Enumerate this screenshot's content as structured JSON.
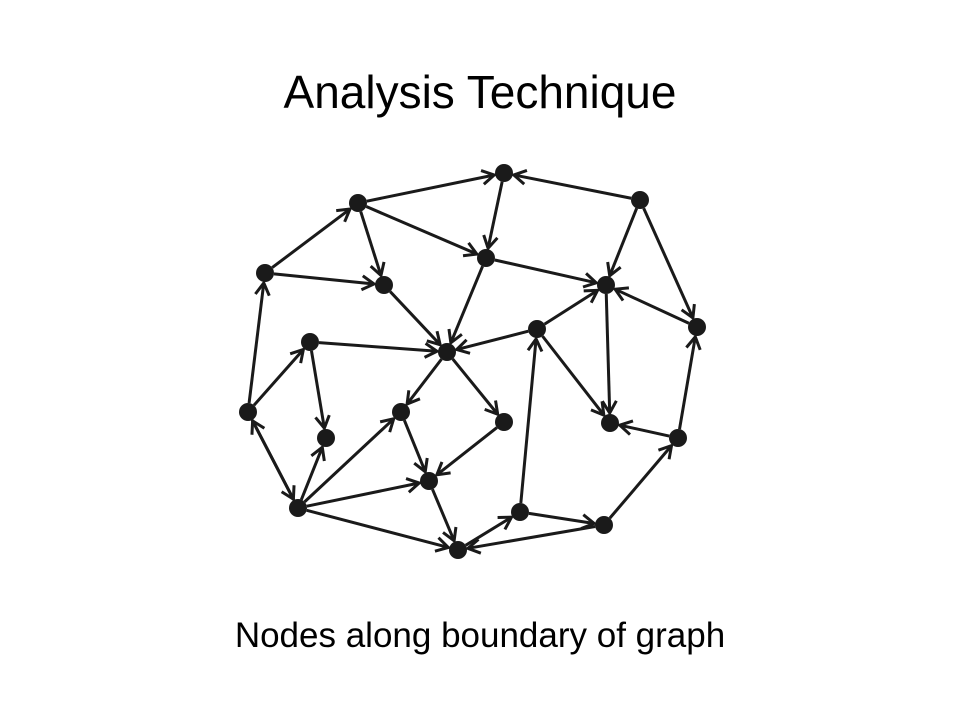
{
  "slide": {
    "title": "Analysis Technique",
    "caption": "Nodes along boundary of graph"
  },
  "colors": {
    "background": "#ffffff",
    "ink": "#1a1a1a"
  },
  "graph": {
    "directed": true,
    "node_count": 26,
    "nodes": [
      "n1",
      "n2",
      "n3",
      "n4",
      "n5",
      "n6",
      "n7",
      "n8",
      "n9",
      "n10",
      "n11",
      "n12",
      "n13",
      "n14",
      "n15",
      "n16",
      "n17",
      "n18",
      "n19",
      "n20",
      "n21",
      "n22",
      "n23",
      "n24",
      "n25",
      "n26"
    ],
    "edges": [
      [
        "n2",
        "n1"
      ],
      [
        "n3",
        "n1"
      ],
      [
        "n2",
        "n4"
      ],
      [
        "n1",
        "n4"
      ],
      [
        "n5",
        "n2"
      ],
      [
        "n5",
        "n6"
      ],
      [
        "n2",
        "n6"
      ],
      [
        "n6",
        "n7"
      ],
      [
        "n3",
        "n7"
      ],
      [
        "n4",
        "n7"
      ],
      [
        "n8",
        "n7"
      ],
      [
        "n10",
        "n7"
      ],
      [
        "n10",
        "n9"
      ],
      [
        "n11",
        "n5"
      ],
      [
        "n11",
        "n8"
      ],
      [
        "n8",
        "n12"
      ],
      [
        "n7",
        "n13"
      ],
      [
        "n7",
        "n14"
      ],
      [
        "n14",
        "n15"
      ],
      [
        "n13",
        "n15"
      ],
      [
        "n16",
        "n14"
      ],
      [
        "n16",
        "n11"
      ],
      [
        "n16",
        "n17"
      ],
      [
        "n15",
        "n16"
      ],
      [
        "n17",
        "n12"
      ],
      [
        "n17",
        "n14"
      ],
      [
        "n10",
        "n18"
      ],
      [
        "n9",
        "n19"
      ],
      [
        "n18",
        "n19"
      ],
      [
        "n19",
        "n20"
      ],
      [
        "n21",
        "n19"
      ],
      [
        "n21",
        "n22"
      ],
      [
        "n23",
        "n24"
      ],
      [
        "n23",
        "n21"
      ],
      [
        "n25",
        "n9"
      ],
      [
        "n25",
        "n26"
      ],
      [
        "n26",
        "n23"
      ],
      [
        "n22",
        "n26"
      ],
      [
        "n22",
        "n9"
      ],
      [
        "n23",
        "n10"
      ]
    ]
  }
}
